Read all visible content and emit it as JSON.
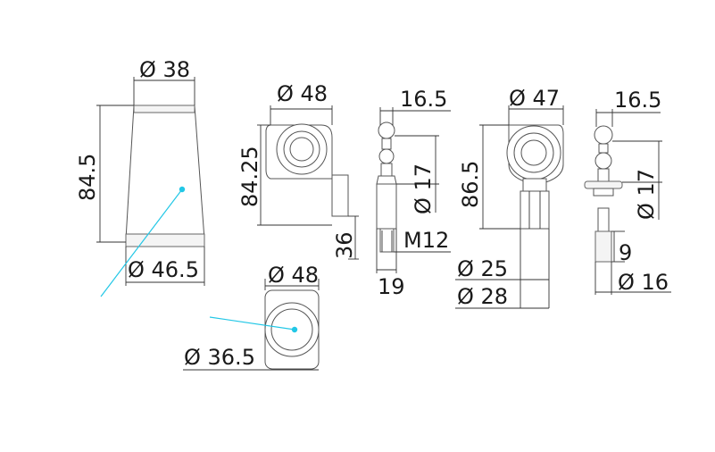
{
  "colors": {
    "line": "#333333",
    "callout": "#22c7e6",
    "background": "#ffffff"
  },
  "parts": {
    "tapered_cup": {
      "top_dia": "Ø 38",
      "height": "84.5",
      "base_dia": "Ø 46.5"
    },
    "cup_top_view": {
      "outer_dia": "Ø 48",
      "inner_dia": "Ø 36.5"
    },
    "swivel_eye": {
      "width": "Ø 48",
      "height": "84.25",
      "stem": "36"
    },
    "pin_stud_a": {
      "offset": "16.5",
      "dia": "Ø 17",
      "thread": "M12",
      "width": "19"
    },
    "ball_eye": {
      "dia": "Ø 47",
      "height": "86.5",
      "inner_dia": "Ø 25",
      "outer_dia": "Ø 28"
    },
    "pin_stud_b": {
      "offset": "16.5",
      "dia": "Ø 17",
      "length": "9",
      "base_dia": "Ø 16"
    }
  }
}
